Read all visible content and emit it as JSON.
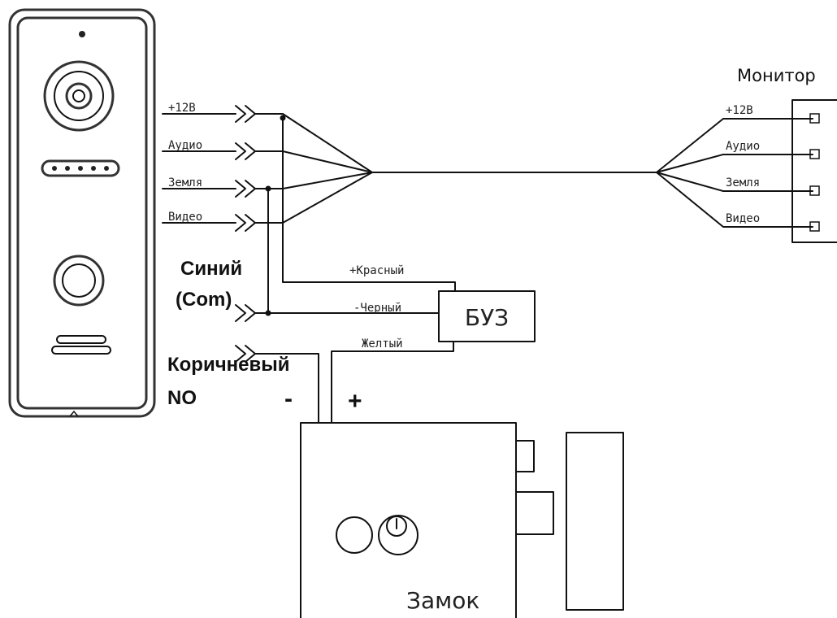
{
  "monitor": {
    "title": "Монитор",
    "terminals": [
      "+12В",
      "Аудио",
      "Земля",
      "Видео"
    ]
  },
  "panel_wires": [
    "+12В",
    "Аудио",
    "Земля",
    "Видео"
  ],
  "labels": {
    "blue": "Синий",
    "com": "(Com)",
    "brown": "Коричневый",
    "no": "NO",
    "minus": "-",
    "plus": "+"
  },
  "buz": {
    "name": "БУЗ",
    "red": "+Красный",
    "black": "-Черный",
    "yellow": "Желтый"
  },
  "lock": {
    "name": "Замок"
  }
}
